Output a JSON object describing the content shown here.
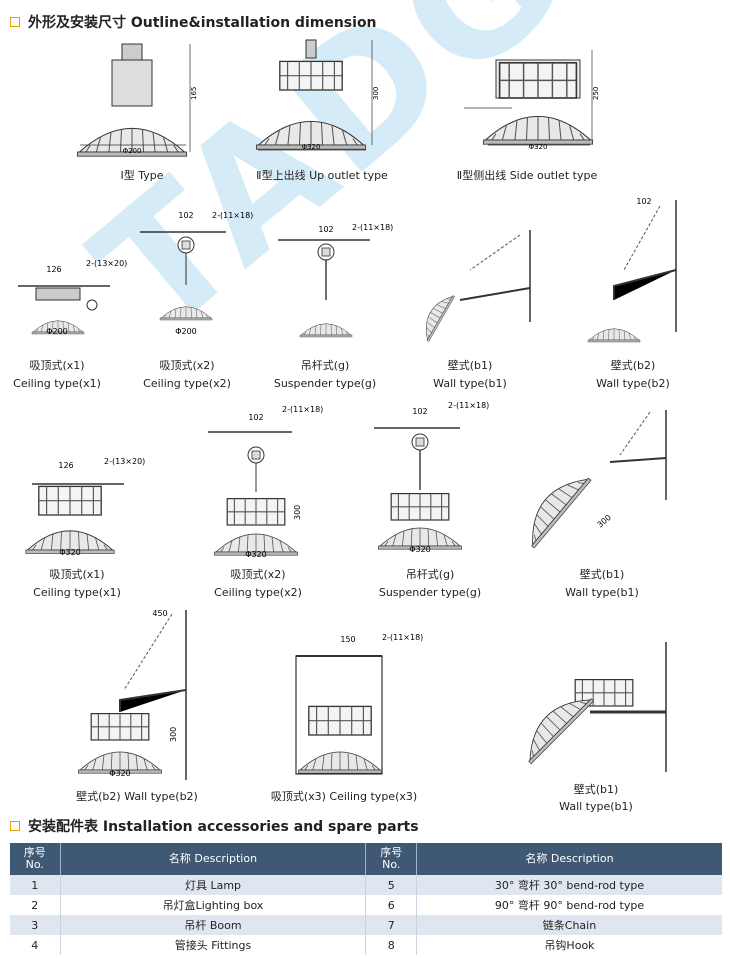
{
  "section1": {
    "title": "外形及安装尺寸 Outline&installation dimension"
  },
  "section2": {
    "title": "安装配件表 Installation accessories and spare parts"
  },
  "watermark": "TADGAN",
  "top_dims": {
    "d200": "Φ200",
    "h165": "165",
    "d320a": "Φ320",
    "h300": "300",
    "d320b": "Φ320",
    "h250": "250"
  },
  "mount_dims": {
    "d126": "126",
    "bolt_13x20": "2-(13×20)",
    "d102": "102",
    "bolt_11x18": "2-(11×18)",
    "d450": "450",
    "d150": "150",
    "d300": "300",
    "phi200": "Φ200",
    "phi320": "Φ320"
  },
  "captions": {
    "type1": "Ⅰ型 Type",
    "type2_up": "Ⅱ型上出线 Up outlet  type",
    "type2_side": "Ⅱ型侧出线 Side outlet  type",
    "r2c1_cn": "吸顶式(x1)",
    "r2c1_en": "Ceiling type(x1)",
    "r2c2_cn": "吸顶式(x2)",
    "r2c2_en": "Ceiling type(x2)",
    "r2c3_cn": "吊杆式(g)",
    "r2c3_en": "Suspender type(g)",
    "r2c4_cn": "壁式(b1)",
    "r2c4_en": "Wall type(b1)",
    "r2c5_cn": "壁式(b2)",
    "r2c5_en": "Wall type(b2)",
    "r3c1_cn": "吸顶式(x1)",
    "r3c1_en": "Ceiling type(x1)",
    "r3c2_cn": "吸顶式(x2)",
    "r3c2_en": "Ceiling type(x2)",
    "r3c3_cn": "吊杆式(g)",
    "r3c3_en": "Suspender type(g)",
    "r3c4_cn": "壁式(b1)",
    "r3c4_en": "Wall type(b1)",
    "r4c1": "壁式(b2) Wall type(b2)",
    "r4c2": "吸顶式(x3) Ceiling type(x3)",
    "r4c3_cn": "壁式(b1)",
    "r4c3_en": "Wall type(b1)"
  },
  "parts_table": {
    "headers": [
      "序号\nNo.",
      "名称 Description",
      "序号\nNo.",
      "名称 Description"
    ],
    "rows": [
      {
        "no1": "1",
        "desc1": "灯具 Lamp",
        "no2": "5",
        "desc2": "30° 弯杆 30° bend-rod type"
      },
      {
        "no1": "2",
        "desc1": "吊灯盒Lighting box",
        "no2": "6",
        "desc2": "90° 弯杆 90° bend-rod type"
      },
      {
        "no1": "3",
        "desc1": "吊杆 Boom",
        "no2": "7",
        "desc2": "链条Chain"
      },
      {
        "no1": "4",
        "desc1": "管接头 Fittings",
        "no2": "8",
        "desc2": "吊钩Hook"
      }
    ]
  }
}
